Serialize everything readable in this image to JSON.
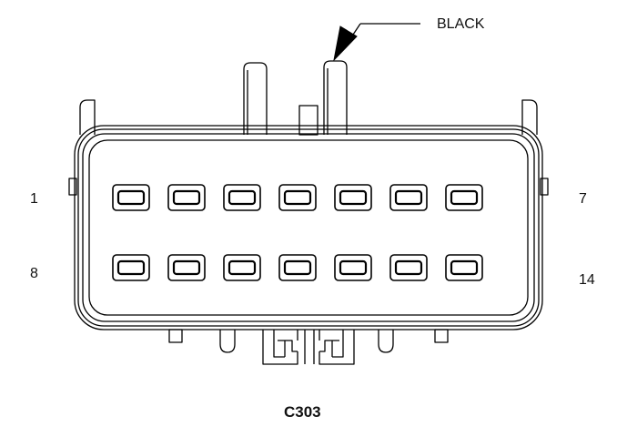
{
  "connector": {
    "id": "C303",
    "color_label": "BLACK",
    "pin_labels": {
      "top_left": "1",
      "top_right": "7",
      "bottom_left": "8",
      "bottom_right": "14"
    },
    "rows": 2,
    "cavities_per_row": 7
  }
}
